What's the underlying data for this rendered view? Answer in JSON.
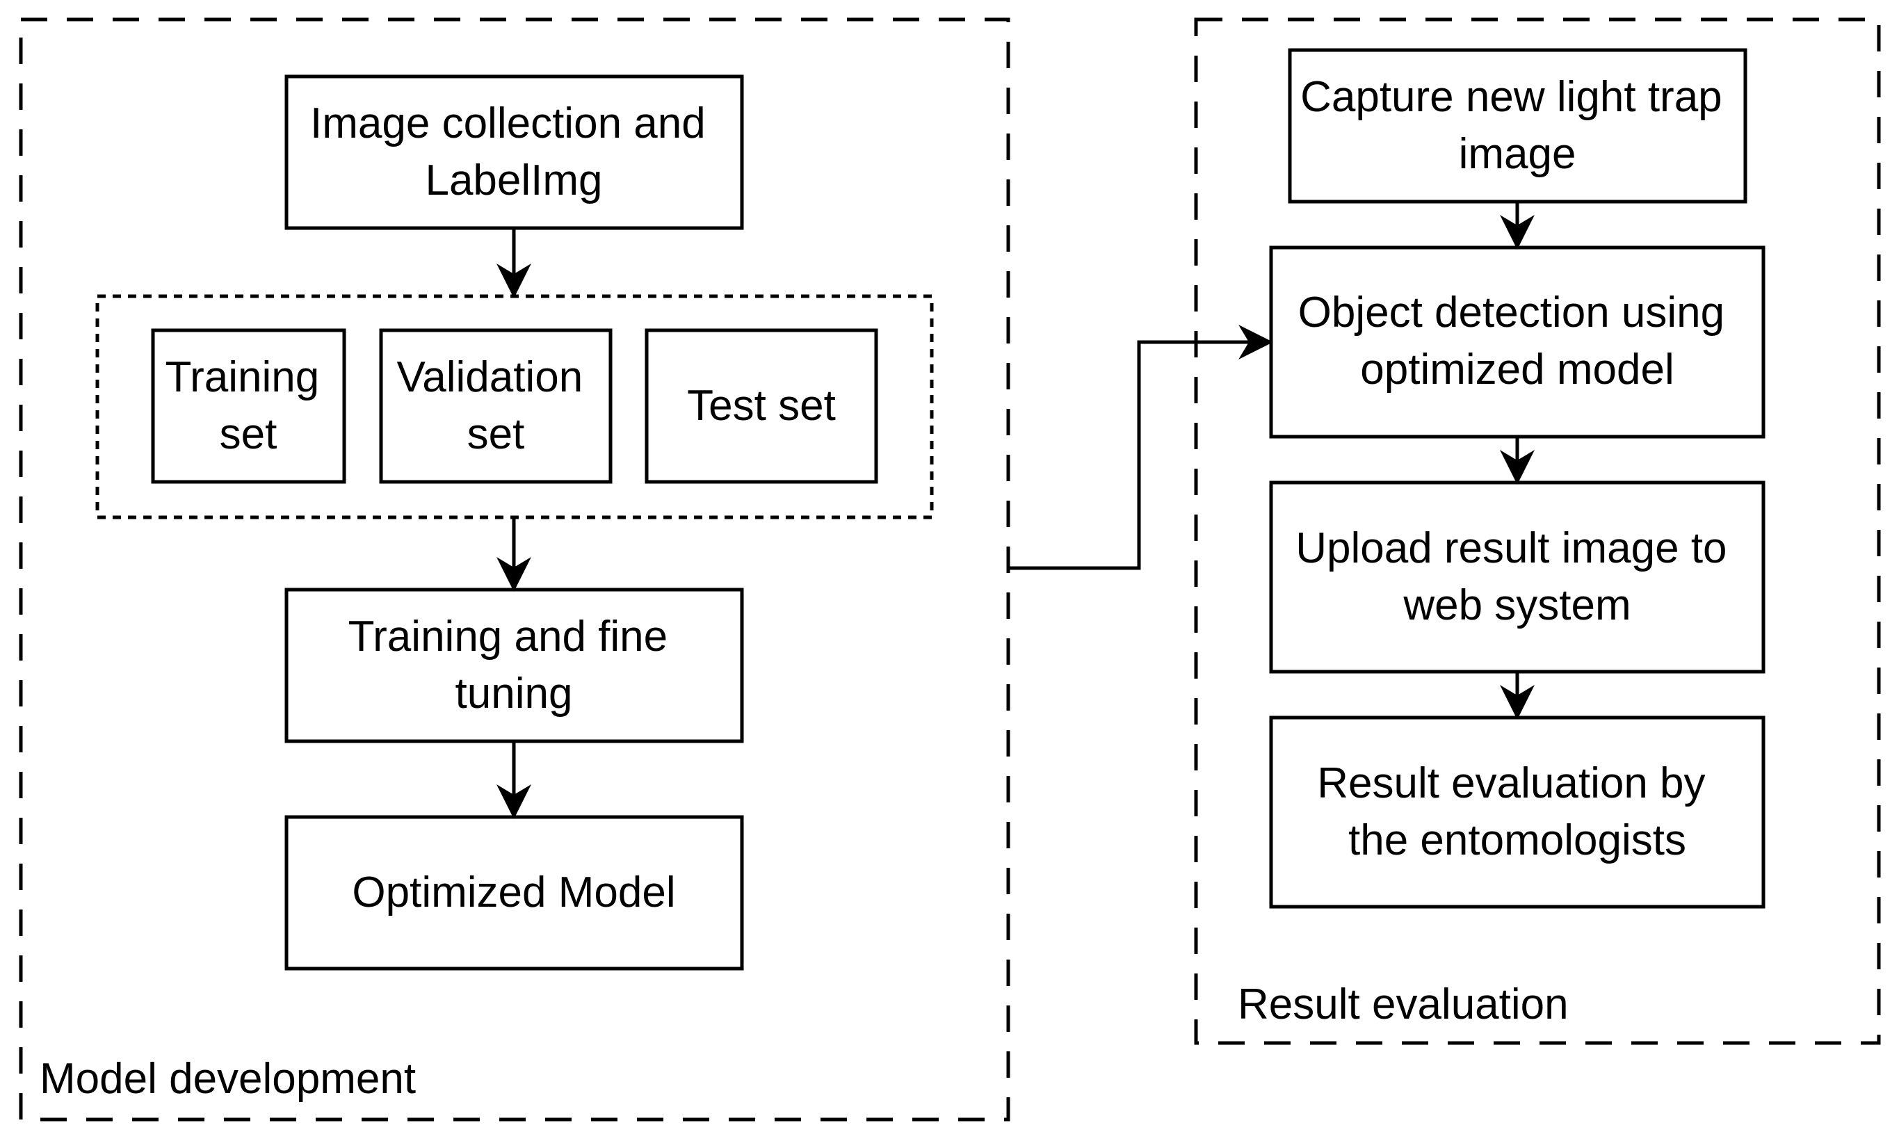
{
  "groups": {
    "model_development": "Model development",
    "result_evaluation": "Result evaluation"
  },
  "nodes": {
    "image_collection": [
      "Image collection and",
      "LabelImg"
    ],
    "training_set": [
      "Training",
      "set"
    ],
    "validation_set": [
      "Validation",
      "set"
    ],
    "test_set": [
      "Test set"
    ],
    "training_fine_tuning": [
      "Training and fine",
      "tuning"
    ],
    "optimized_model": [
      "Optimized Model"
    ],
    "capture_image": [
      "Capture new light trap",
      "image"
    ],
    "object_detection": [
      "Object detection using",
      "optimized model"
    ],
    "upload_result": [
      "Upload result image to",
      "web system"
    ],
    "result_evaluation_entomologists": [
      "Result evaluation by",
      "the entomologists"
    ]
  },
  "colors": {
    "stroke": "#000000",
    "background": "#ffffff"
  }
}
